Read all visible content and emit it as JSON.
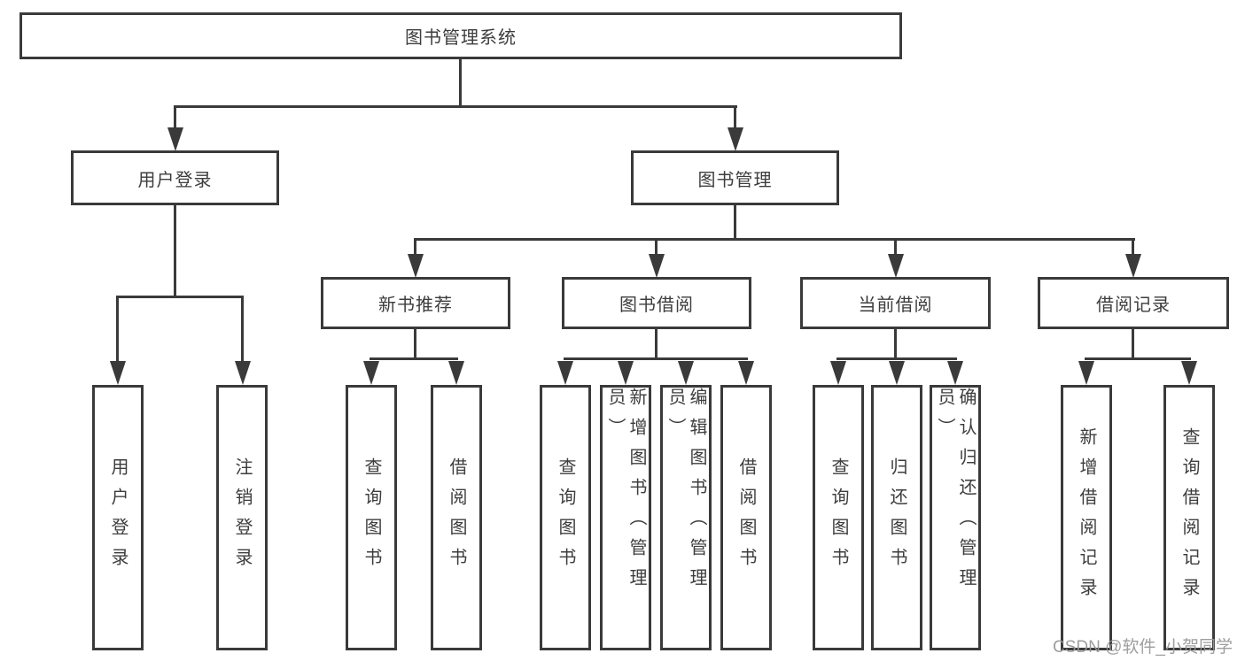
{
  "nodes": {
    "root": {
      "label": "图书管理系统"
    },
    "userLogin": {
      "label": "用户登录"
    },
    "bookManagement": {
      "label": "图书管理"
    },
    "newBookRecommend": {
      "label": "新书推荐"
    },
    "bookBorrow": {
      "label": "图书借阅"
    },
    "currentBorrow": {
      "label": "当前借阅"
    },
    "borrowRecord": {
      "label": "借阅记录"
    },
    "leaves": [
      {
        "parent": "用户登录",
        "label": "用户登录"
      },
      {
        "parent": "用户登录",
        "label": "注销登录"
      },
      {
        "parent": "新书推荐",
        "label": "查询图书"
      },
      {
        "parent": "新书推荐",
        "label": "借阅图书"
      },
      {
        "parent": "图书借阅",
        "label": "查询图书"
      },
      {
        "parent": "图书借阅",
        "label": "新增图书（管理员）"
      },
      {
        "parent": "图书借阅",
        "label": "编辑图书（管理员）"
      },
      {
        "parent": "图书借阅",
        "label": "借阅图书"
      },
      {
        "parent": "当前借阅",
        "label": "查询图书"
      },
      {
        "parent": "当前借阅",
        "label": "归还图书"
      },
      {
        "parent": "当前借阅",
        "label": "确认归还（管理员）"
      },
      {
        "parent": "借阅记录",
        "label": "新增借阅记录"
      },
      {
        "parent": "借阅记录",
        "label": "查询借阅记录"
      }
    ]
  },
  "hierarchy": {
    "图书管理系统": [
      "用户登录",
      "图书管理"
    ],
    "用户登录": [
      "用户登录",
      "注销登录"
    ],
    "图书管理": [
      "新书推荐",
      "图书借阅",
      "当前借阅",
      "借阅记录"
    ],
    "新书推荐": [
      "查询图书",
      "借阅图书"
    ],
    "图书借阅": [
      "查询图书",
      "新增图书（管理员）",
      "编辑图书（管理员）",
      "借阅图书"
    ],
    "当前借阅": [
      "查询图书",
      "归还图书",
      "确认归还（管理员）"
    ],
    "借阅记录": [
      "新增借阅记录",
      "查询借阅记录"
    ]
  },
  "watermark": {
    "text": "CSDN @软件_小贺同学"
  },
  "colors": {
    "line": "#3a3a3a",
    "text": "#3d3d3d",
    "background": "#ffffff",
    "watermark": "#969696"
  }
}
